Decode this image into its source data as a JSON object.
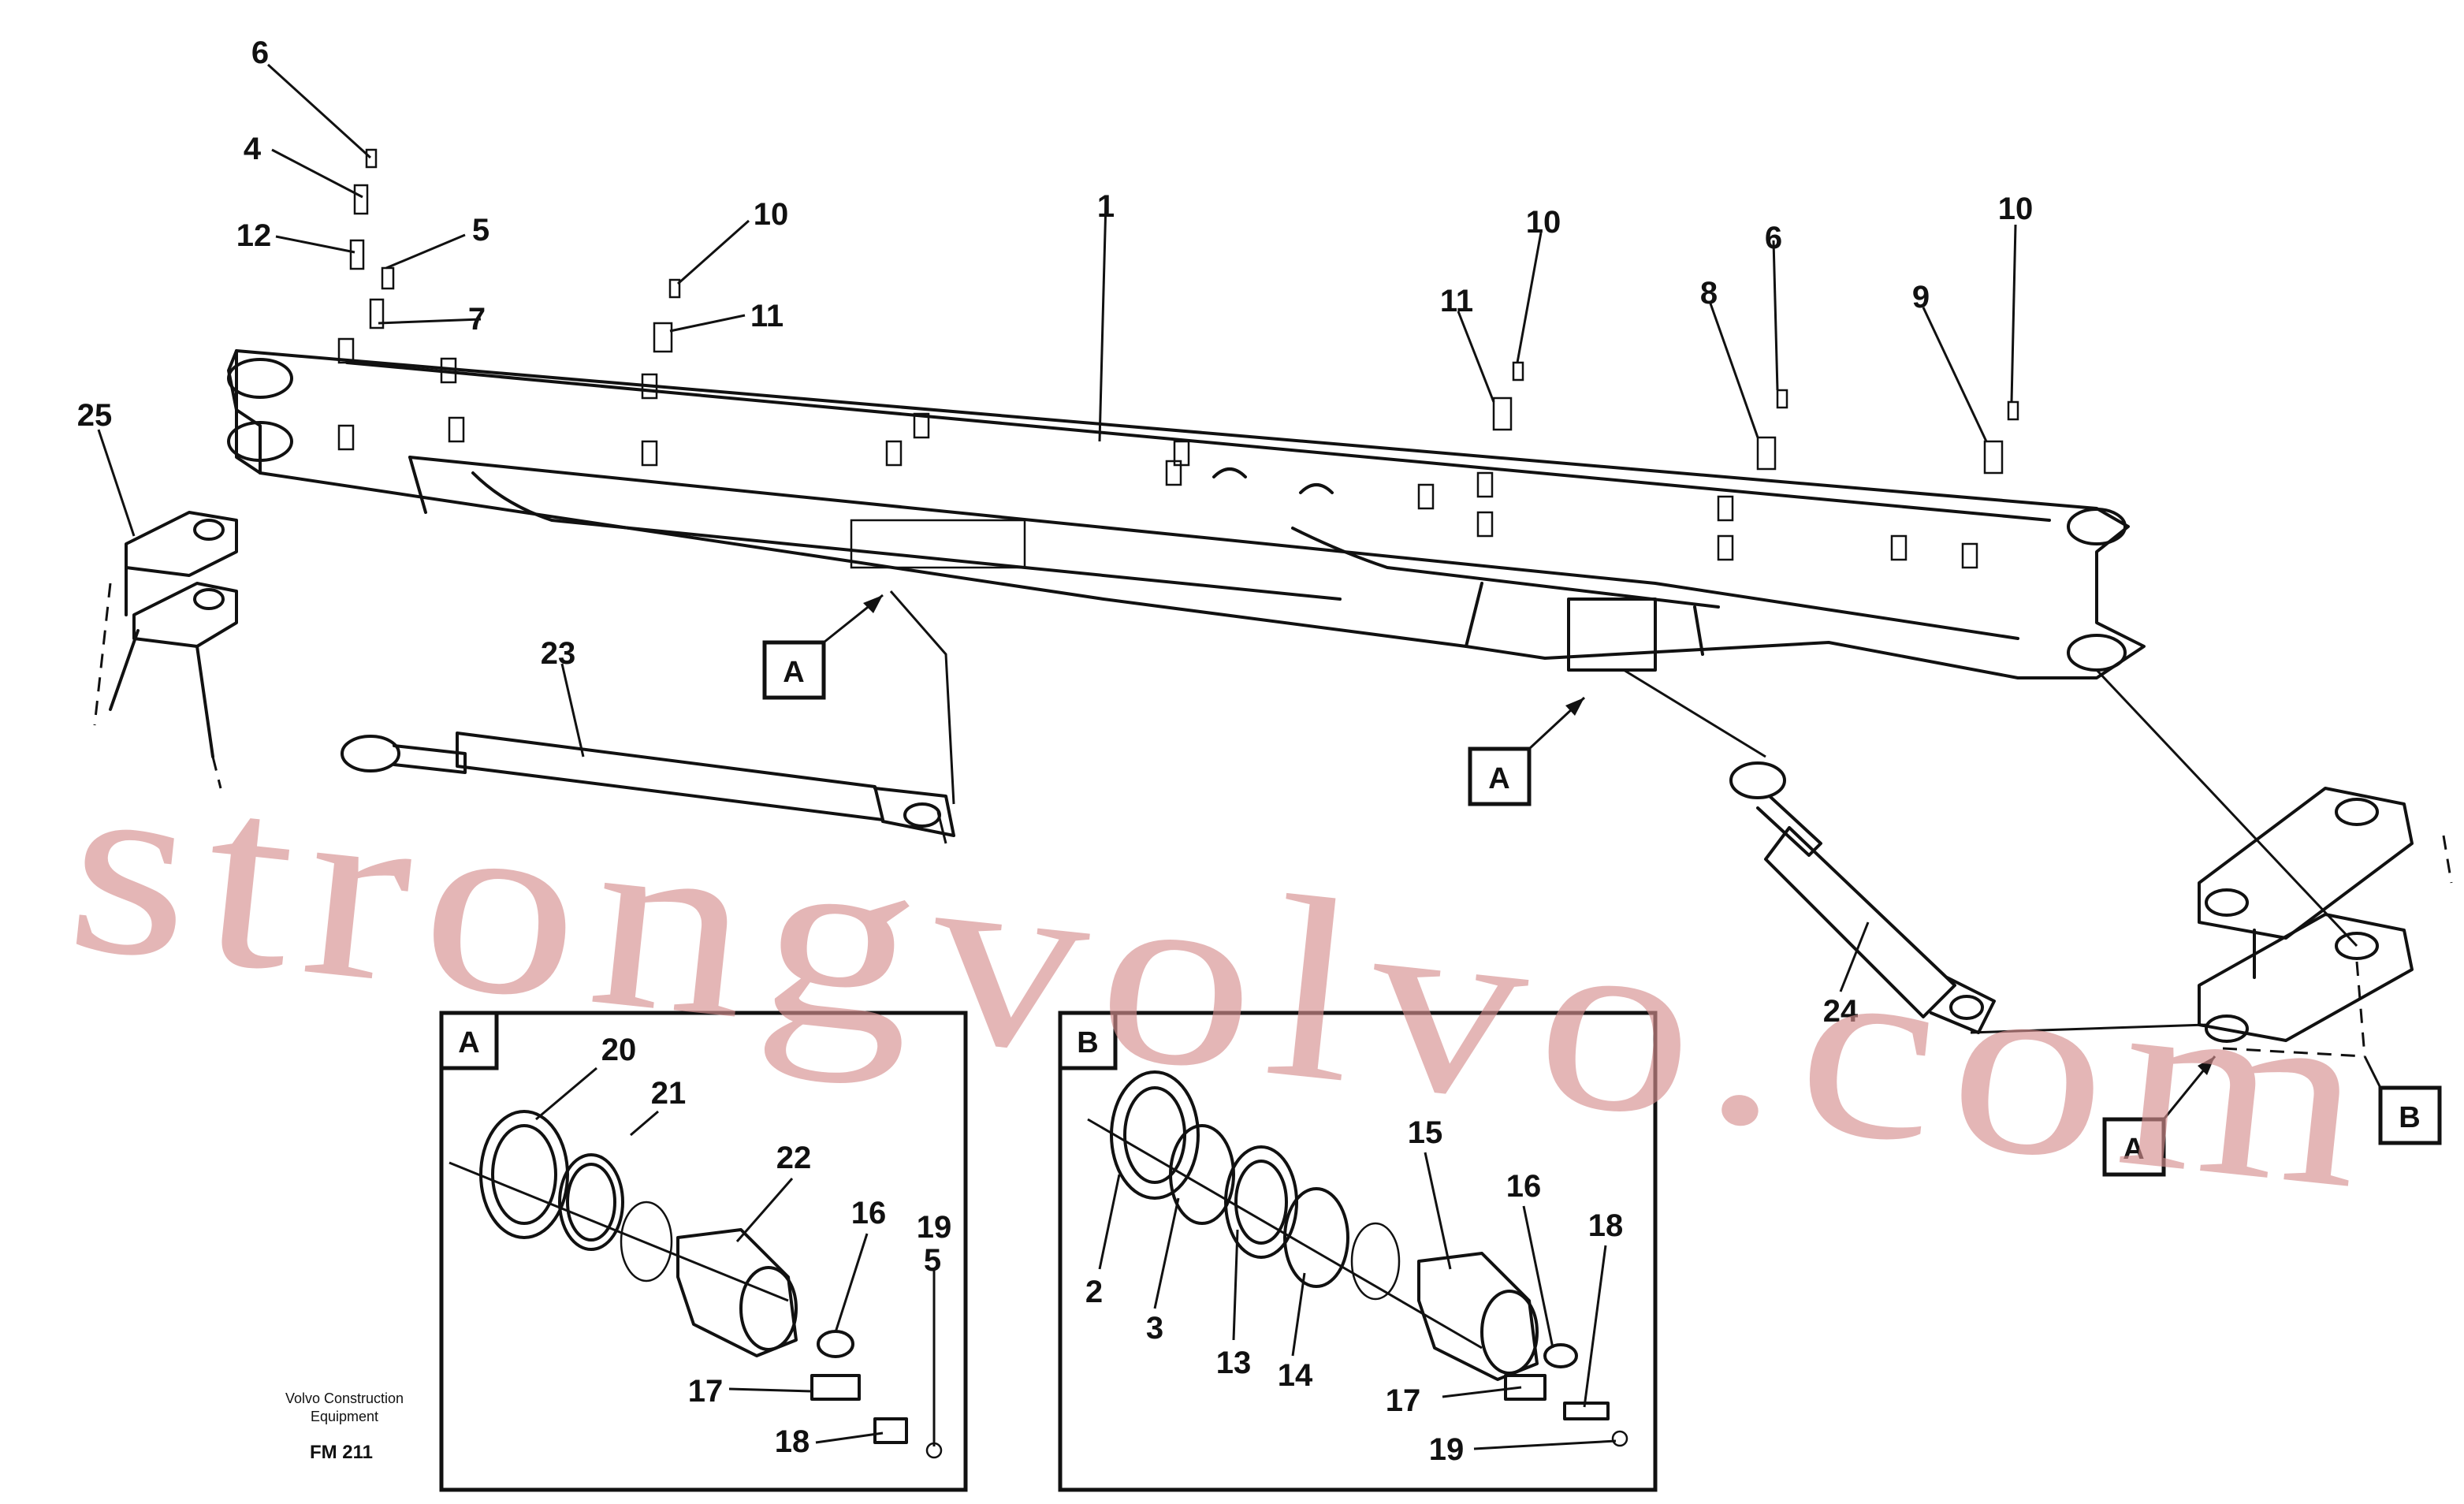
{
  "watermark": "strongvolvo.com",
  "footer": {
    "maker_line1": "Volvo Construction",
    "maker_line2": "Equipment",
    "code": "FM 211"
  },
  "insets": {
    "a": {
      "title": "A"
    },
    "b": {
      "title": "B"
    }
  },
  "refs": {
    "a": "A",
    "b": "B"
  },
  "callouts": {
    "n1": "1",
    "n2": "2",
    "n3": "3",
    "n4": "4",
    "n5": "5",
    "n6": "6",
    "n7": "7",
    "n8": "8",
    "n9": "9",
    "n10": "10",
    "n11": "11",
    "n12": "12",
    "n13": "13",
    "n14": "14",
    "n15": "15",
    "n16": "16",
    "n17": "17",
    "n18": "18",
    "n19": "19",
    "n20": "20",
    "n21": "21",
    "n22": "22",
    "n23": "23",
    "n24": "24",
    "n25": "25"
  }
}
